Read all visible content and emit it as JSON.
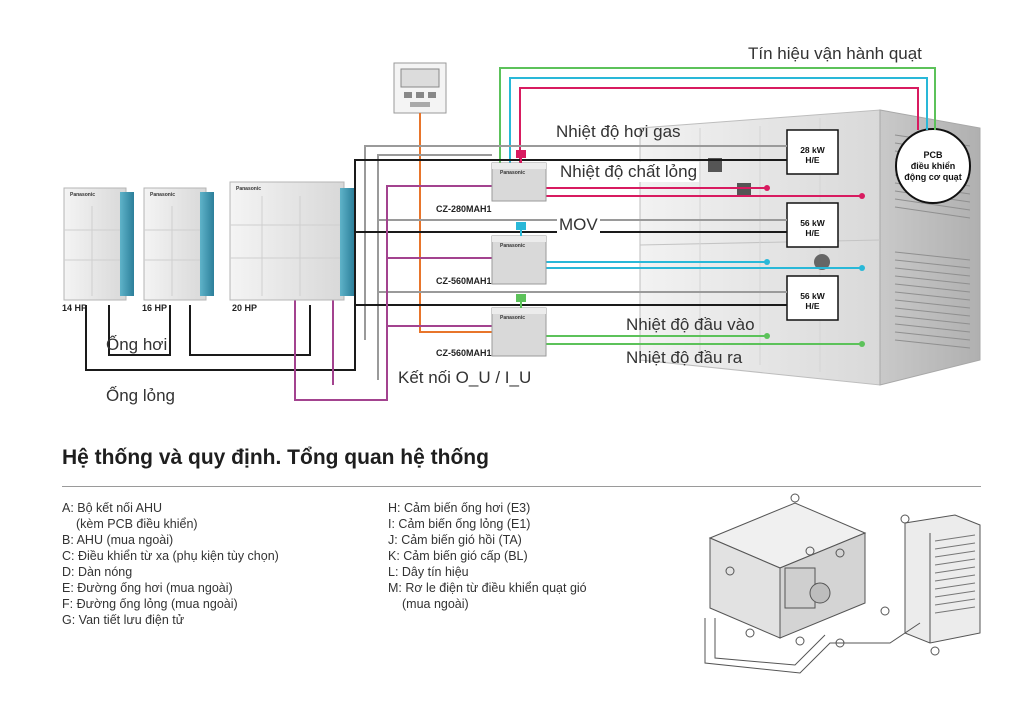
{
  "diagram": {
    "labels": {
      "fan_signal": "Tín hiệu vận hành quạt",
      "gas_temp": "Nhiệt độ hơi gas",
      "liquid_temp": "Nhiệt độ chất lỏng",
      "mov": "MOV",
      "inlet_temp": "Nhiệt độ đầu vào",
      "outlet_temp": "Nhiệt độ đầu ra",
      "connection": "Kết nối O_U / I_U",
      "gas_pipe": "Ống hơi",
      "liquid_pipe": "Ống lỏng"
    },
    "outdoor_units": [
      {
        "hp": "14 HP"
      },
      {
        "hp": "16 HP"
      },
      {
        "hp": "20 HP"
      }
    ],
    "brand": "Panasonic",
    "connectors": [
      {
        "model": "CZ-280MAH1"
      },
      {
        "model": "CZ-560MAH1"
      },
      {
        "model": "CZ-560MAH1"
      }
    ],
    "heat_exchangers": [
      {
        "kw": "28 kW",
        "he": "H/E"
      },
      {
        "kw": "56 kW",
        "he": "H/E"
      },
      {
        "kw": "56 kW",
        "he": "H/E"
      }
    ],
    "pcb": {
      "line1": "PCB",
      "line2": "điều khiển",
      "line3": "động cơ quạt"
    },
    "colors": {
      "gas": "#9a9a9a",
      "liquid": "#1a1a1a",
      "remote": "#e8752b",
      "signal_green": "#5cc25a",
      "signal_cyan": "#29b8d8",
      "signal_pink": "#d81b60",
      "connection_purple": "#a3438f"
    }
  },
  "section_title": "Hệ thống và quy định. Tổng quan hệ thống",
  "legend_left": [
    {
      "text": "A: Bộ kết nối AHU"
    },
    {
      "text": "(kèm PCB điều khiển)",
      "indent": true
    },
    {
      "text": "B: AHU (mua ngoài)"
    },
    {
      "text": "C: Điều khiển từ xa (phụ kiện tùy chọn)"
    },
    {
      "text": "D: Dàn nóng"
    },
    {
      "text": "E: Đường ống hơi (mua ngoài)"
    },
    {
      "text": "F: Đường ống lỏng (mua ngoài)"
    },
    {
      "text": "G: Van tiết lưu điện tử"
    }
  ],
  "legend_right": [
    {
      "text": "H: Cảm biến ống hơi (E3)"
    },
    {
      "text": "I: Cảm biến ống lỏng (E1)"
    },
    {
      "text": "J: Cảm biến gió hồi (TA)"
    },
    {
      "text": "K: Cảm biến gió cấp (BL)"
    },
    {
      "text": "L: Dây tín hiệu"
    },
    {
      "text": "M: Rơ le điện từ điều khiển quạt gió"
    },
    {
      "text": "(mua ngoài)",
      "indent": true
    }
  ]
}
